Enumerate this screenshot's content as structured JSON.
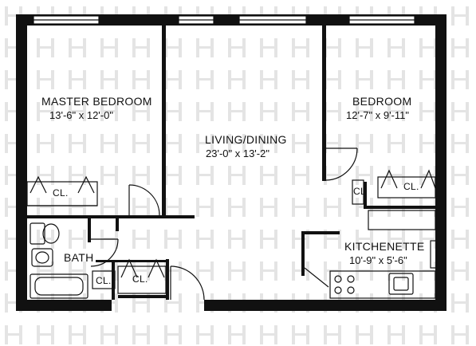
{
  "rooms": {
    "master_bedroom": {
      "name": "MASTER  BEDROOM",
      "dims": "13'-6\" x 12'-0\""
    },
    "living_dining": {
      "name": "LIVING/DINING",
      "dims": "23'-0\" x 13'-2\""
    },
    "bedroom": {
      "name": "BEDROOM",
      "dims": "12'-7\" x 9'-11\""
    },
    "kitchenette": {
      "name": "KITCHENETTE",
      "dims": "10'-9\" x 5'-6\""
    },
    "bath": {
      "name": "BATH"
    }
  },
  "closets": {
    "master": "CL.",
    "bedroom": "CL.",
    "bedroom_small": "CL",
    "hall_small": "CL.",
    "hall": "CL."
  },
  "colors": {
    "wall": "#111111",
    "pattern": "#d9d9d9",
    "background": "#ffffff"
  }
}
